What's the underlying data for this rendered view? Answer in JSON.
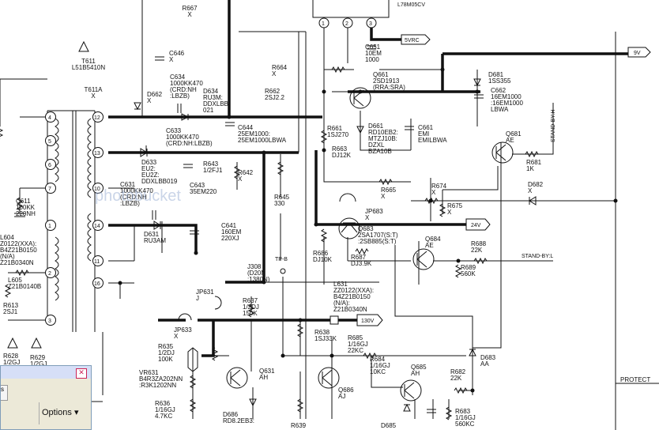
{
  "watermark": "photobucket",
  "connectors": {
    "vrc_5": "5VRC",
    "v9": "9V",
    "v24": "24V",
    "v130": "130V",
    "protect": "PROTECT",
    "standby_h": "STAND-BY:H",
    "standby_l": "STAND-BY:L",
    "tp_b": "TP-B"
  },
  "parts": {
    "r667": [
      "R667",
      "X"
    ],
    "reg": [
      "L78M05CV"
    ],
    "t611": [
      "T611",
      "L51B5410N"
    ],
    "t611a": [
      "T611A",
      "X"
    ],
    "c646": [
      "C646",
      "X"
    ],
    "c634": [
      "C634",
      "1000KK470",
      "(CRD:NH",
      ":LBZB)"
    ],
    "d634": [
      "D634",
      "RU3M:",
      "DDXLBB",
      "021"
    ],
    "d662": [
      "D662",
      "X"
    ],
    "r664": [
      "R664",
      "X"
    ],
    "r662": [
      "R662",
      "2SJ2.2"
    ],
    "c651": [
      "C651",
      "10EM",
      "1000"
    ],
    "q661": [
      "Q661",
      "2SD1913",
      "(RRA:SRA)"
    ],
    "d681": [
      "D681",
      "1SS355"
    ],
    "c662": [
      "C662",
      "16EM1000",
      ":16EM1000",
      "LBWA"
    ],
    "c633": [
      "C633",
      "1000KK470",
      "(CRD:NH:LBZB)"
    ],
    "c644": [
      "C644",
      "25EM1000:",
      "25EM1000LBWA"
    ],
    "r661": [
      "R661",
      "1SJ270"
    ],
    "d661": [
      "D661",
      "RD10EB2:",
      "MTZJ10B:",
      "DZXL",
      "BZA10B"
    ],
    "c661": [
      "C661",
      "EMI",
      "EMILBWA"
    ],
    "q681": [
      "Q681",
      "AE"
    ],
    "r681": [
      "R681",
      "1K"
    ],
    "r663": [
      "R663",
      "DJ12K"
    ],
    "d633": [
      "D633",
      "EU2:",
      "EU2Z:",
      "DDXLBB019"
    ],
    "r643": [
      "R643",
      "1/2FJ1"
    ],
    "r642": [
      "R642",
      "X"
    ],
    "c643": [
      "C643",
      "35EM220"
    ],
    "c631": [
      "C631",
      "1000KK470",
      "(CRD:NH",
      ":LBZB)"
    ],
    "r645": [
      "R645",
      "330"
    ],
    "r665": [
      "R665",
      "X"
    ],
    "r674": [
      "R674",
      "X"
    ],
    "r675": [
      "R675",
      "X"
    ],
    "d682": [
      "D682",
      "X"
    ],
    "jp683": [
      "JP683",
      "X"
    ],
    "c611": [
      "C611",
      "100KK",
      "220NH"
    ],
    "d631": [
      "D631",
      "RU3AM"
    ],
    "c641": [
      "C641",
      "160EM",
      "220XJ"
    ],
    "q683": [
      "Q683",
      "2SA1707(S:T)",
      ":2SB885(S:T)"
    ],
    "r686": [
      "R686",
      "DJ10K"
    ],
    "r687": [
      "R687",
      "DJ3.9K"
    ],
    "q684": [
      "Q684",
      "AE"
    ],
    "r688": [
      "R688",
      "22K"
    ],
    "r689": [
      "R689",
      "560K"
    ],
    "l604": [
      "L604",
      "Z0122(XXA):",
      "B4Z21B0150",
      "(N/A)",
      "Z21B0340N"
    ],
    "l605": [
      "L605",
      "Z21B0140B"
    ],
    "r613": [
      "R613",
      "2SJ1"
    ],
    "j308": [
      "J308",
      "(D20N",
      ":1380N)"
    ],
    "jp631": [
      "JP631",
      "J"
    ],
    "r637": [
      "R637",
      "1/2DJ",
      "150K"
    ],
    "l631": [
      "L631",
      "ZZ0122(XXA):",
      "B4Z21B0150",
      "(N/A):",
      "Z21B0340N"
    ],
    "jp633": [
      "JP633",
      "X"
    ],
    "r638": [
      "R638",
      "1SJ33K"
    ],
    "r685": [
      "R685",
      "1/16GJ",
      "22KC"
    ],
    "d683": [
      "D683",
      "AA"
    ],
    "r635": [
      "R635",
      "1/2DJ",
      "100K"
    ],
    "r684": [
      "R684",
      "1/16GJ",
      "10KC"
    ],
    "q685": [
      "Q685",
      "AH"
    ],
    "r682": [
      "R682",
      "22K"
    ],
    "vr631": [
      "VR631",
      "B4R3ZA202NN",
      ":R3K1202NN"
    ],
    "q631": [
      "Q631",
      "AH"
    ],
    "q686": [
      "Q686",
      "AJ"
    ],
    "r636": [
      "R636",
      "1/16GJ",
      "4.7KC"
    ],
    "d686": [
      "D686",
      "RD8.2EB3:"
    ],
    "r639": [
      "R639"
    ],
    "d685": [
      "D685"
    ],
    "r683": [
      "R683",
      "1/16GJ",
      "560KC"
    ],
    "r628": [
      "R628",
      "1/2GJ"
    ],
    "r629": [
      "R629",
      "1/2GJ"
    ]
  },
  "pins": {
    "transformer": [
      "4",
      "5",
      "6",
      "7",
      "1",
      "2",
      "3",
      "12",
      "13",
      "10",
      "14",
      "11",
      "16"
    ],
    "regulator": [
      "1",
      "2",
      "3"
    ]
  },
  "dialog": {
    "close_glyph": "✕",
    "tab_label": "s",
    "options_label": "Options ▾"
  }
}
